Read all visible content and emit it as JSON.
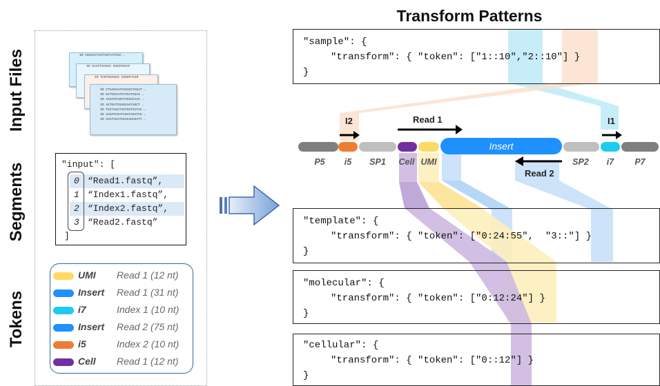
{
  "title": "Transform Patterns",
  "side_labels": {
    "input_files": "Input Files",
    "segments": "Segments",
    "tokens": "Tokens"
  },
  "fastq_preview": [
    [
      "ID CGGACCTACTAGTCATCGA …"
    ],
    [
      "ID GAACTGAGCG CGGGFGGAF"
    ],
    [
      "ID TCGTGGAGCG CGGGP<GID"
    ],
    [
      "ID CTAAGAAATAGACCTAGAT …",
      "ID GCTCGCATCATCATCGAA …",
      "ID ACGATCAGCTACGACAAA …",
      "ID ACTGATCGAGCAATAGCT …",
      "ID TGCTAGCTAGTCGTCATAC …",
      "ID ACGATCGATCGATAGATCG …",
      "ID CGATCGATCGACAGCGATT …"
    ]
  ],
  "segments": {
    "open": "\"input\": [",
    "close": "]",
    "items": [
      {
        "index": "0",
        "file": "“Read1.fastq”,"
      },
      {
        "index": "1",
        "file": "“Index1.fastq”,"
      },
      {
        "index": "2",
        "file": "“Index2.fastq”,"
      },
      {
        "index": "3",
        "file": "“Read2.fastq”"
      }
    ]
  },
  "tokens": [
    {
      "name": "UMI",
      "desc": "Read 1 (12 nt)",
      "color": "#ffd966"
    },
    {
      "name": "Insert",
      "desc": "Read 1 (31 nt)",
      "color": "#1e90ff"
    },
    {
      "name": "i7",
      "desc": "Index 1 (10 nt)",
      "color": "#1ecbef"
    },
    {
      "name": "Insert",
      "desc": "Read 2 (75 nt)",
      "color": "#1e90ff"
    },
    {
      "name": "i5",
      "desc": "Index 2 (10 nt)",
      "color": "#ed7d31"
    },
    {
      "name": "Cell",
      "desc": "Read 1 (12 nt)",
      "color": "#7030a0"
    }
  ],
  "patterns": {
    "sample": {
      "line1": "\"sample\": {",
      "line2": "\"transform\": { \"token\": [\"1::10\",\"2::10\"] }",
      "line3": "}"
    },
    "template": {
      "line1": "\"template\": {",
      "line2": "\"transform\": { \"token\": [\"0:24:55\",  \"3::\"] }",
      "line3": "}"
    },
    "molecular": {
      "line1": "\"molecular\": {",
      "line2": "\"transform\": { \"token\": [\"0:12:24\"] }",
      "line3": "}"
    },
    "cellular": {
      "line1": "\"cellular\": {",
      "line2": "\"transform\": { \"token\": [\"0::12\"] }",
      "line3": "}"
    }
  },
  "read_structure": {
    "labels": [
      "P5",
      "i5",
      "SP1",
      "Cell",
      "UMI",
      "SP2",
      "i7",
      "P7"
    ],
    "insert": "Insert",
    "read1": "Read 1",
    "read2": "Read 2",
    "i1": "I1",
    "i2": "I2"
  },
  "colors": {
    "gray_dark": "#7f7f7f",
    "gray_light": "#bfbfbf",
    "i5": "#ed7d31",
    "cell": "#7030a0",
    "umi": "#ffd966",
    "insert": "#1e90ff",
    "i7": "#1ecbef",
    "band_cyan": "#bdeaf7",
    "band_orange": "#fbe0cc",
    "band_purple": "#cdb8e0",
    "band_yellow": "#fdeebb",
    "band_blue": "#c7e0f9"
  }
}
